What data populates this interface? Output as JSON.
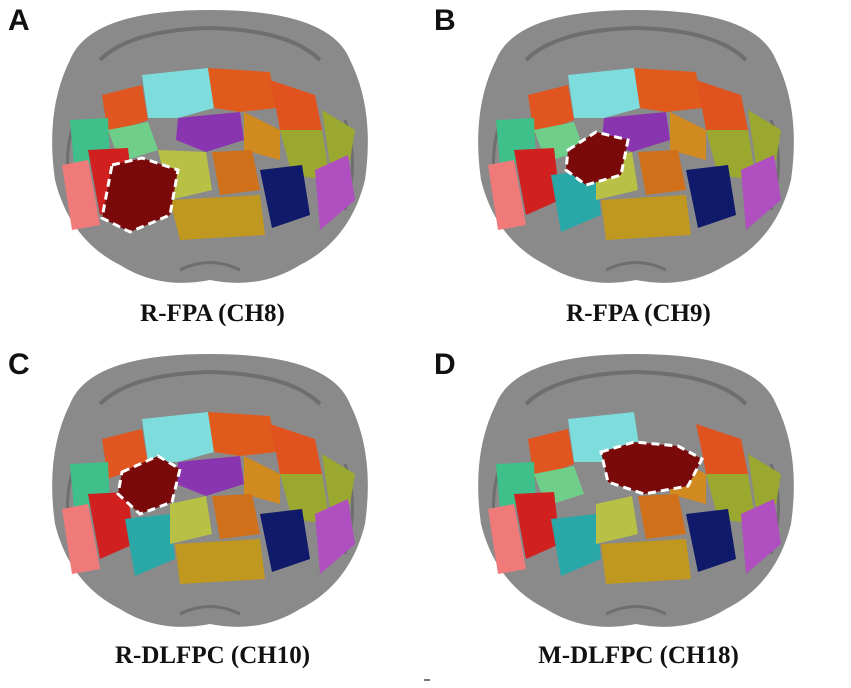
{
  "panels": [
    {
      "letter": "A",
      "caption": "R-FPA (CH8)"
    },
    {
      "letter": "B",
      "caption": "R-FPA (CH9)"
    },
    {
      "letter": "C",
      "caption": "R-DLFPC (CH10)"
    },
    {
      "letter": "D",
      "caption": "M-DLFPC (CH18)"
    }
  ],
  "colors": {
    "brain_gray": "#8c8c8c",
    "highlight": "#7a0a0a",
    "outline": "#ffffff"
  }
}
